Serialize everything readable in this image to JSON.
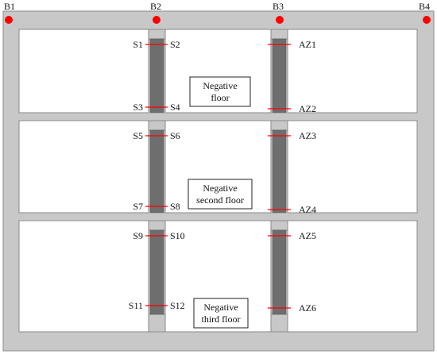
{
  "points": [
    {
      "label": "B1",
      "color": "#ff0000"
    },
    {
      "label": "B2",
      "color": "#ff0000"
    },
    {
      "label": "B3",
      "color": "#ff0000"
    },
    {
      "label": "B4",
      "color": "#ff0000"
    }
  ],
  "floors": [
    {
      "line1": "Negative",
      "line2": "floor"
    },
    {
      "line1": "Negative",
      "line2": "second floor"
    },
    {
      "line1": "Negative",
      "line2": "third floor"
    }
  ],
  "sections": {
    "column_b2_left": [
      "S1",
      "S3",
      "S5",
      "S7",
      "S9",
      "S11"
    ],
    "column_b2_right": [
      "S2",
      "S4",
      "S6",
      "S8",
      "S10",
      "S12"
    ],
    "column_b3_right": [
      "AZ1",
      "AZ2",
      "AZ3",
      "AZ4",
      "AZ5",
      "AZ6"
    ]
  },
  "colors": {
    "wall": "#c8c8c8",
    "room": "#ffffff",
    "column": "#6e6e6e",
    "marker": "#ff0000",
    "outline": "#8a8a8a"
  }
}
